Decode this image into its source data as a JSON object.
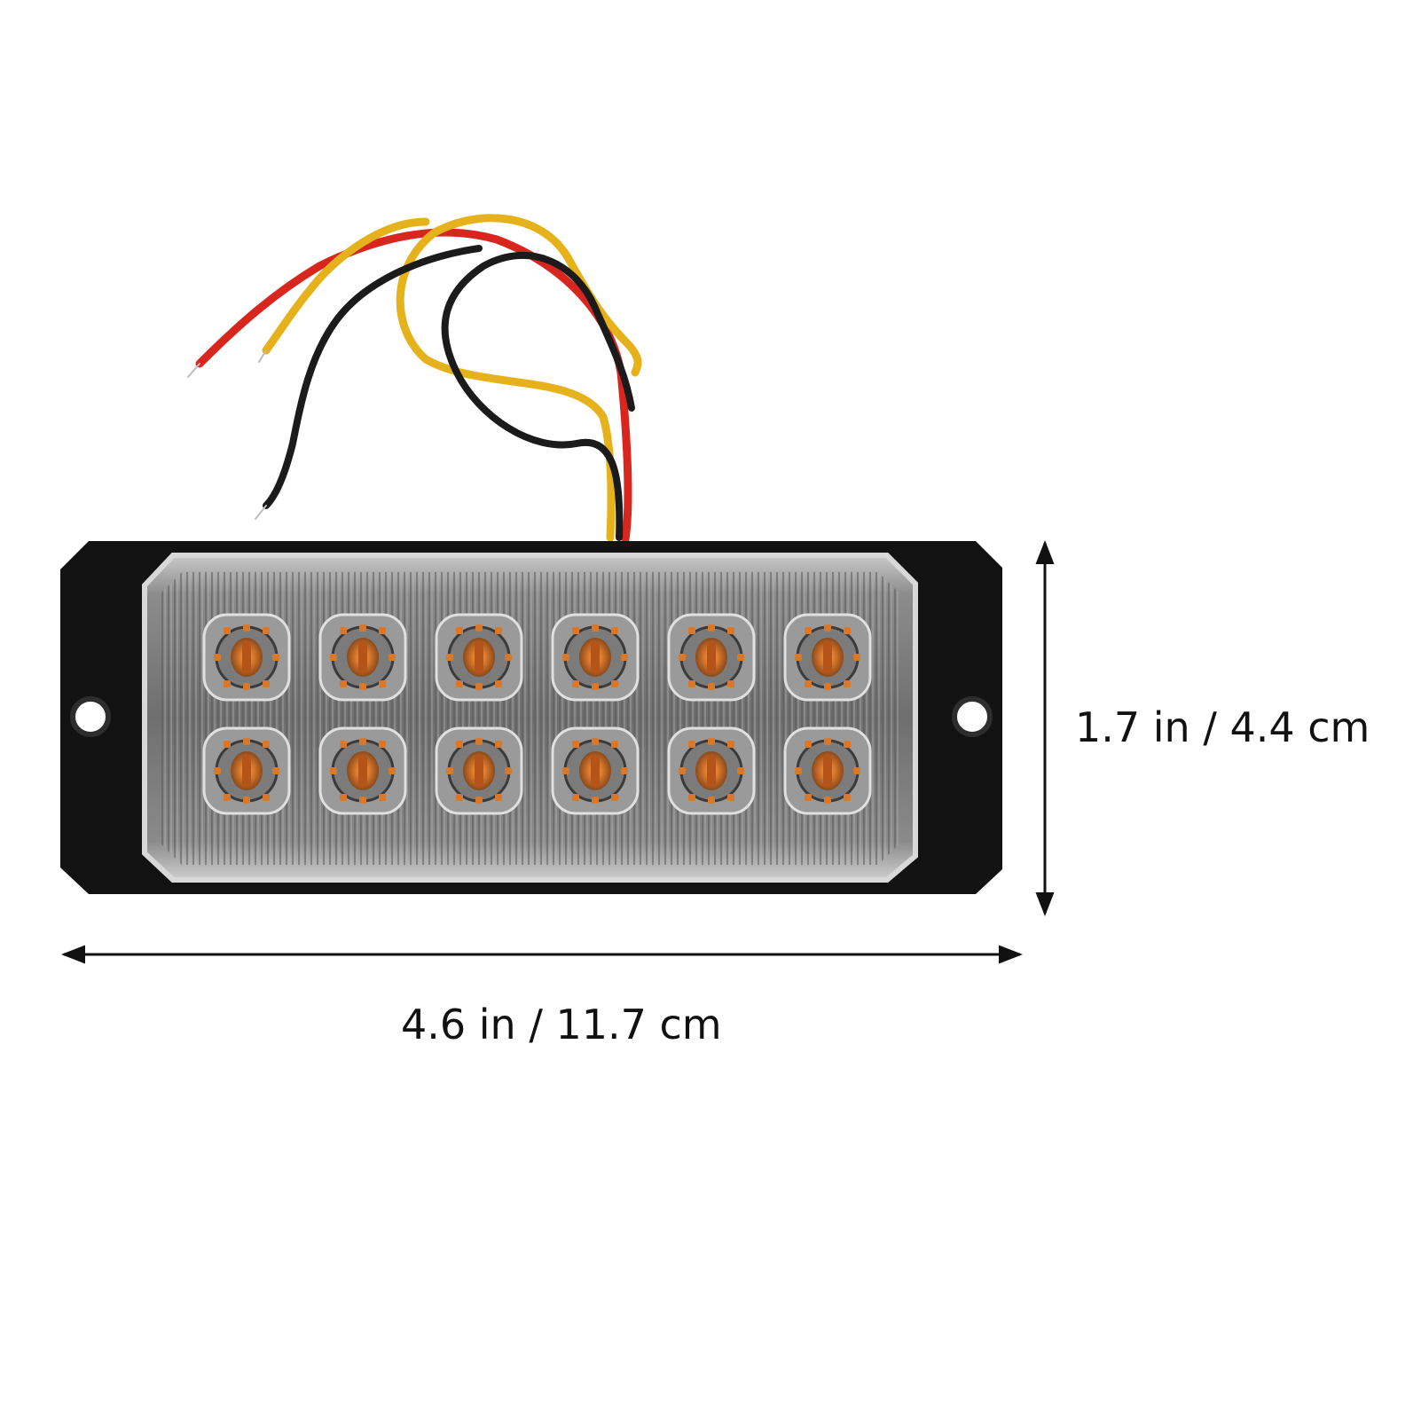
{
  "dimensions": {
    "height": "1.7 in / 4.4 cm",
    "width": "4.6 in / 11.7 cm"
  },
  "product": {
    "led_count": 12,
    "led_rows": 2,
    "led_columns": 6
  },
  "colors": {
    "background": "#ffffff",
    "housing": "#121212",
    "lens": "#8f8f8f",
    "led_amber": "#d9782a",
    "wire_red": "#d8261f",
    "wire_yellow": "#e6b21c",
    "wire_black": "#1b1b1b",
    "arrow": "#111111"
  }
}
